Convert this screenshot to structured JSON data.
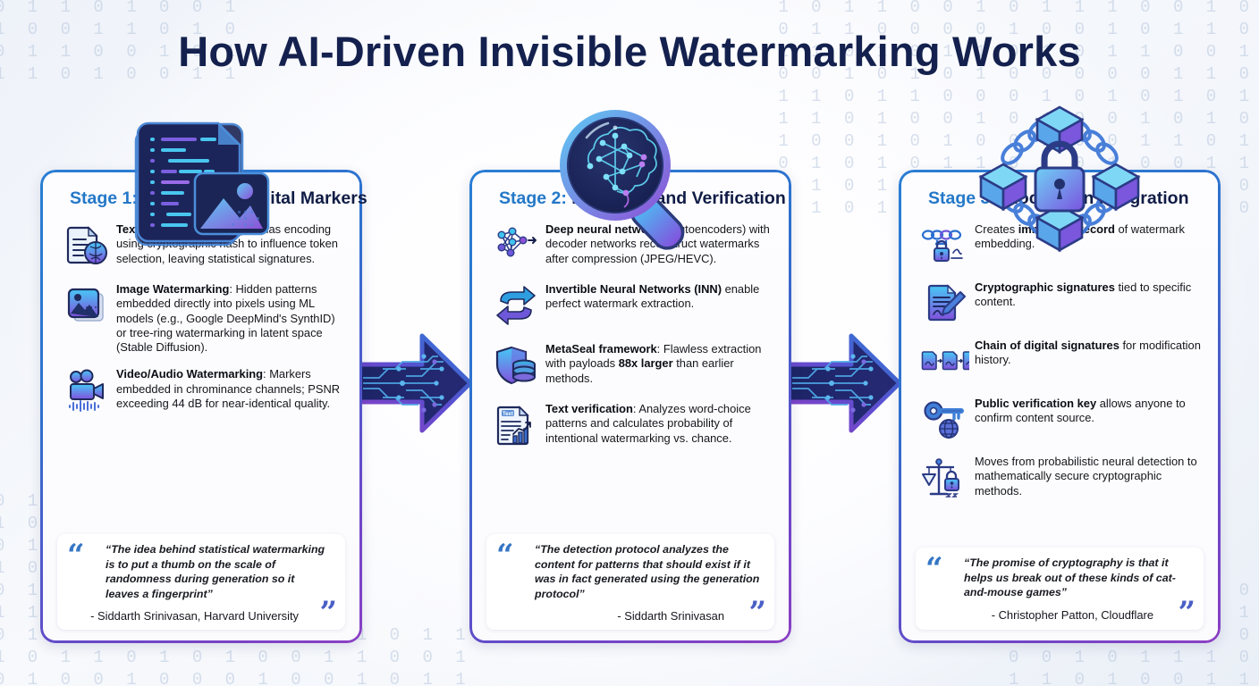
{
  "title": "How AI-Driven Invisible Watermarking Works",
  "background": {
    "binary_top_left": "0 1 1 0 1 0 0 1\n1 0 0 1 1 0 1 0\n0 1 1 0 0 1 0 1\n1 1 0 1 0 0 1 1",
    "binary_top_right": "1 0 1 1 0 0 1 0 1 1 1 0 0 1 0\n0 1 1 0 0 0 0 1 0 0 1 0 1 1 0\n1 1 0 1 0 1 1 0 1 0 1 1 0 0 1\n0 0 1 0 1 0 1 0 0 0 0 0 1 1 0\n1 1 0 1 1 0 0 0 1 0 1 0 1 0 1\n1 1 0 1 0 0 1 0 1 0 0 1 0 1 0\n1 0 0 1 0 1 0 0 1 0 0 1 1 0 1\n0 1 0 1 0 1 1 0 1 0 1 0 0 1 1\n1 1 0 1 0 1 0 0 1 0 1 1 0 0 0\n1 1 0 1 0 1 0 1 0 0 1 0 1 1 0",
    "binary_bottom_left": "0 1 1 0 0 1 0 1\n1 0 1 0 1 1 0 0\n0 1 1 1 0 0 1 1\n1 0 0 1 0 1 0 0\n0 1 0 1 1 0 1 0\n1 1 0 0 1 0 0 1\n0 1 0 0 1 0 1 1 0 1 0 1 0 1 1\n1 0 1 1 0 1 0 1 0 0 1 1 0 0 1\n0 1 0 0 1 0 0 0 1 0 0 1 0 1 1",
    "binary_bottom_right": "1 0 0 1 0 1 1 0\n0 1 1 0 0 1 0 1\n1 0 1 1 0 1 0 0\n0 0 1 0 1 1 1 0\n1 1 0 1 0 0 1 1"
  },
  "colors": {
    "accent_blue": "#2478c8",
    "title_navy": "#14214e",
    "border_gradient_start": "#2a7fd4",
    "border_gradient_end": "#8b3fc4",
    "quote_mark": "#3576c5"
  },
  "stages": [
    {
      "number": "Stage 1:",
      "name": "Embedding Digital Markers",
      "hero_icon": "document-stack-with-image-icon",
      "bullets": [
        {
          "icon": "document-brain-icon",
          "lead": "Text Watermarking",
          "body": ": Logits-bias encoding using cryptographic hash to influence token selection, leaving statistical signatures."
        },
        {
          "icon": "image-photo-icon",
          "lead": "Image Watermarking",
          "body": ": Hidden patterns embedded directly into pixels using ML models (e.g., Google DeepMind's SynthID) or tree-ring watermarking in latent space (Stable Diffusion)."
        },
        {
          "icon": "video-camera-audio-wave-icon",
          "lead": "Video/Audio Watermarking",
          "body": ": Markers embedded in chrominance channels; PSNR exceeding 44 dB for near-identical quality."
        }
      ],
      "quote": {
        "text": "“The idea behind statistical watermarking is to put a thumb on the scale of randomness during generation so it leaves a fingerprint”",
        "attribution": "- Siddarth Srinivasan, Harvard University"
      }
    },
    {
      "number": "Stage 2:",
      "name": "Detection and Verification",
      "hero_icon": "magnifier-neural-brain-icon",
      "bullets": [
        {
          "icon": "neural-network-arrow-icon",
          "lead": "Deep neural networks",
          "body": " (autoencoders) with decoder networks reconstruct watermarks after compression (JPEG/HEVC)."
        },
        {
          "icon": "swap-arrows-icon",
          "lead": "Invertible Neural Networks (INN)",
          "body": " enable perfect watermark extraction."
        },
        {
          "icon": "shield-database-icon",
          "lead": "MetaSeal framework",
          "body": ": Flawless extraction with payloads ",
          "bold_mid": "88x larger",
          "body2": " than earlier methods."
        },
        {
          "icon": "text-document-chart-icon",
          "lead": "Text verification",
          "body": ": Analyzes word-choice patterns and calculates probability of intentional watermarking vs. chance."
        }
      ],
      "quote": {
        "text": "“The detection protocol analyzes the content for patterns that should exist if it was in fact generated using the generation protocol”",
        "attribution": "- Siddarth Srinivasan"
      }
    },
    {
      "number": "Stage 3:",
      "name": "Blockchain Integration",
      "hero_icon": "blockchain-chain-padlock-icon",
      "bullets": [
        {
          "icon": "chain-padlock-signature-icon",
          "lead_prefix": "Creates ",
          "lead": "immutable record",
          "body": " of watermark embedding."
        },
        {
          "icon": "signed-document-pen-icon",
          "lead": "Cryptographic signatures",
          "body": " tied to specific content."
        },
        {
          "icon": "signature-chain-icon",
          "lead": "Chain of digital signatures",
          "body": " for modification history."
        },
        {
          "icon": "key-globe-icon",
          "lead": "Public verification key",
          "body": " allows anyone to confirm content source."
        },
        {
          "icon": "scales-padlock-icon",
          "lead": "",
          "body": "Moves from probabilistic neural detection to mathematically secure cryptographic methods."
        }
      ],
      "quote": {
        "text": "“The promise of cryptography is that it helps us break out of these kinds of cat-and-mouse games”",
        "attribution": "- Christopher Patton, Cloudflare"
      }
    }
  ],
  "connectors": [
    {
      "name": "arrow-stage1-to-stage2",
      "style": "circuit-arrow-right"
    },
    {
      "name": "arrow-stage2-to-stage3",
      "style": "circuit-arrow-right"
    }
  ]
}
